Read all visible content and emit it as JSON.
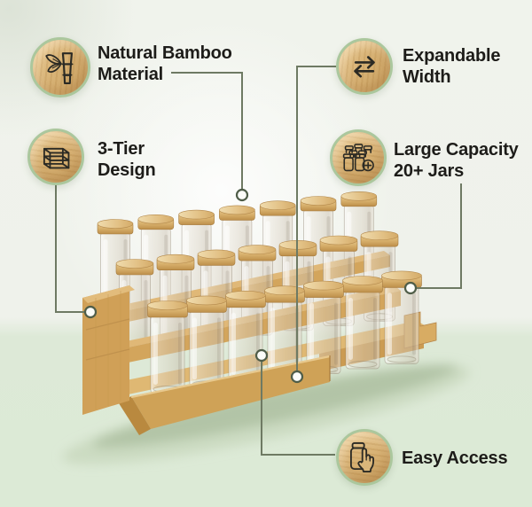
{
  "callouts": {
    "bamboo": {
      "icon": "bamboo-icon",
      "line1": "Natural Bamboo",
      "line2": "Material"
    },
    "expandable": {
      "icon": "expand-width-icon",
      "line1": "Expandable",
      "line2": "Width"
    },
    "tier": {
      "icon": "three-tier-shelf-icon",
      "line1": "3-Tier",
      "line2": "Design"
    },
    "capacity": {
      "icon": "jars-plus-icon",
      "line1": "Large Capacity",
      "line2": "20+ Jars"
    },
    "access": {
      "icon": "tap-jar-icon",
      "line1": "Easy Access"
    }
  },
  "product": {
    "description": "3-tier expandable bamboo spice rack holding glass jars with bamboo lids",
    "visible_jars": 21,
    "rows": 3,
    "jars_per_row": 7
  },
  "colors": {
    "background_wall": "#f0f3ec",
    "background_floor": "#dcead6",
    "connector_line": "#6e7a63",
    "ring_stroke": "#4f5d48",
    "badge_border": "#abc79d",
    "wood_light": "#e0b877",
    "wood_mid": "#d0a057",
    "wood_dark": "#b5854a",
    "text": "#1d1c19"
  }
}
